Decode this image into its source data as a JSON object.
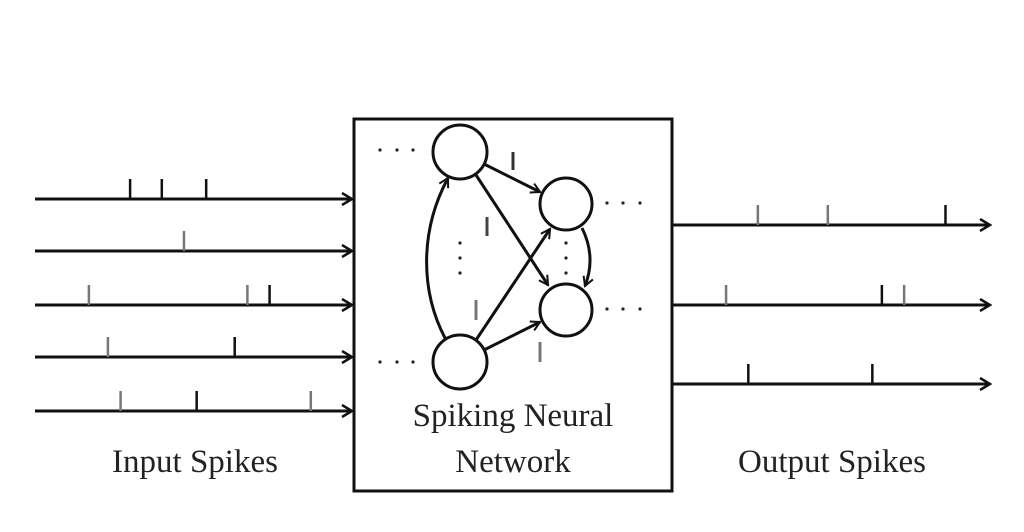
{
  "diagram": {
    "box_label_line1": "Spiking Neural",
    "box_label_line2": "Network",
    "input_label": "Input Spikes",
    "output_label": "Output Spikes",
    "ellipsis": "· · ·",
    "colors": {
      "stroke": "#111111",
      "spike_light": "#777777",
      "background": "#ffffff"
    },
    "input_trains": [
      {
        "spikes": [
          0.3,
          0.4,
          0.54
        ],
        "shade": [
          "dark",
          "dark",
          "dark"
        ]
      },
      {
        "spikes": [
          0.47
        ],
        "shade": [
          "light"
        ]
      },
      {
        "spikes": [
          0.17,
          0.67,
          0.74
        ],
        "shade": [
          "light",
          "light",
          "dark"
        ]
      },
      {
        "spikes": [
          0.23,
          0.63
        ],
        "shade": [
          "light",
          "dark"
        ]
      },
      {
        "spikes": [
          0.27,
          0.51,
          0.87
        ],
        "shade": [
          "light",
          "dark",
          "light"
        ]
      }
    ],
    "output_trains": [
      {
        "spikes": [
          0.27,
          0.49,
          0.86
        ],
        "shade": [
          "light",
          "light",
          "dark"
        ]
      },
      {
        "spikes": [
          0.17,
          0.66,
          0.73
        ],
        "shade": [
          "light",
          "dark",
          "light"
        ]
      },
      {
        "spikes": [
          0.24,
          0.63
        ],
        "shade": [
          "dark",
          "dark"
        ]
      }
    ],
    "neurons": [
      "input-top",
      "output-top",
      "output-bottom",
      "input-bottom"
    ]
  }
}
